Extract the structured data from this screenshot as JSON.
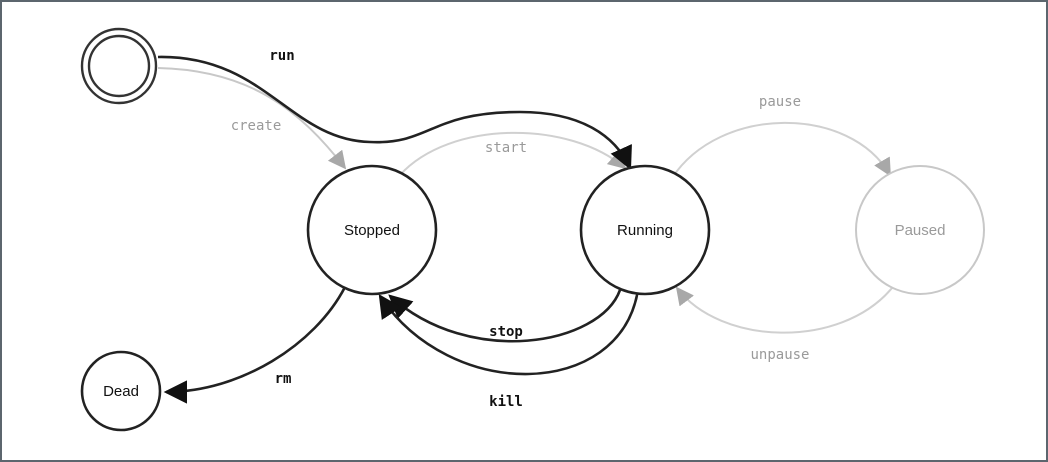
{
  "diagram": {
    "nodes": {
      "stopped": "Stopped",
      "running": "Running",
      "paused": "Paused",
      "dead": "Dead"
    },
    "edges": {
      "create": "create",
      "run": "run",
      "start": "start",
      "pause": "pause",
      "unpause": "unpause",
      "stop": "stop",
      "kill": "kill",
      "rm": "rm"
    },
    "colors": {
      "active_stroke": "#222222",
      "inactive_stroke": "#c8c8c8",
      "inactive_text": "#9a9a9a",
      "frame_border": "#5c666e"
    }
  }
}
